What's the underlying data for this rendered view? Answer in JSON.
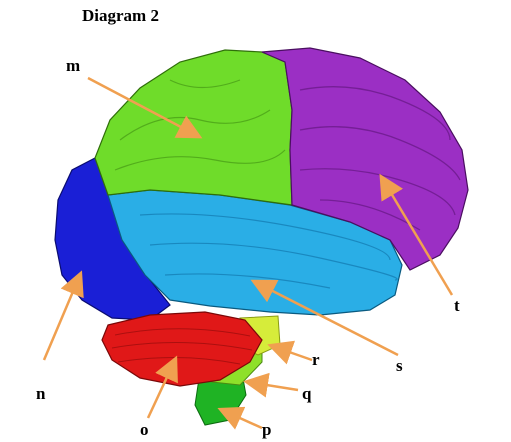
{
  "title": "Diagram 2",
  "labels": {
    "m": "m",
    "n": "n",
    "o": "o",
    "p": "p",
    "q": "q",
    "r": "r",
    "s": "s",
    "t": "t"
  },
  "colors": {
    "frontal": "#6fdc2a",
    "parietal": "#9b2fc4",
    "occipital": "#1a1fd6",
    "temporal": "#2aaee6",
    "cerebellum": "#e01818",
    "brainstem_upper": "#d6ec3a",
    "brainstem_mid": "#8ee02a",
    "brainstem_lower": "#1fb324",
    "arrow": "#f0a050"
  }
}
